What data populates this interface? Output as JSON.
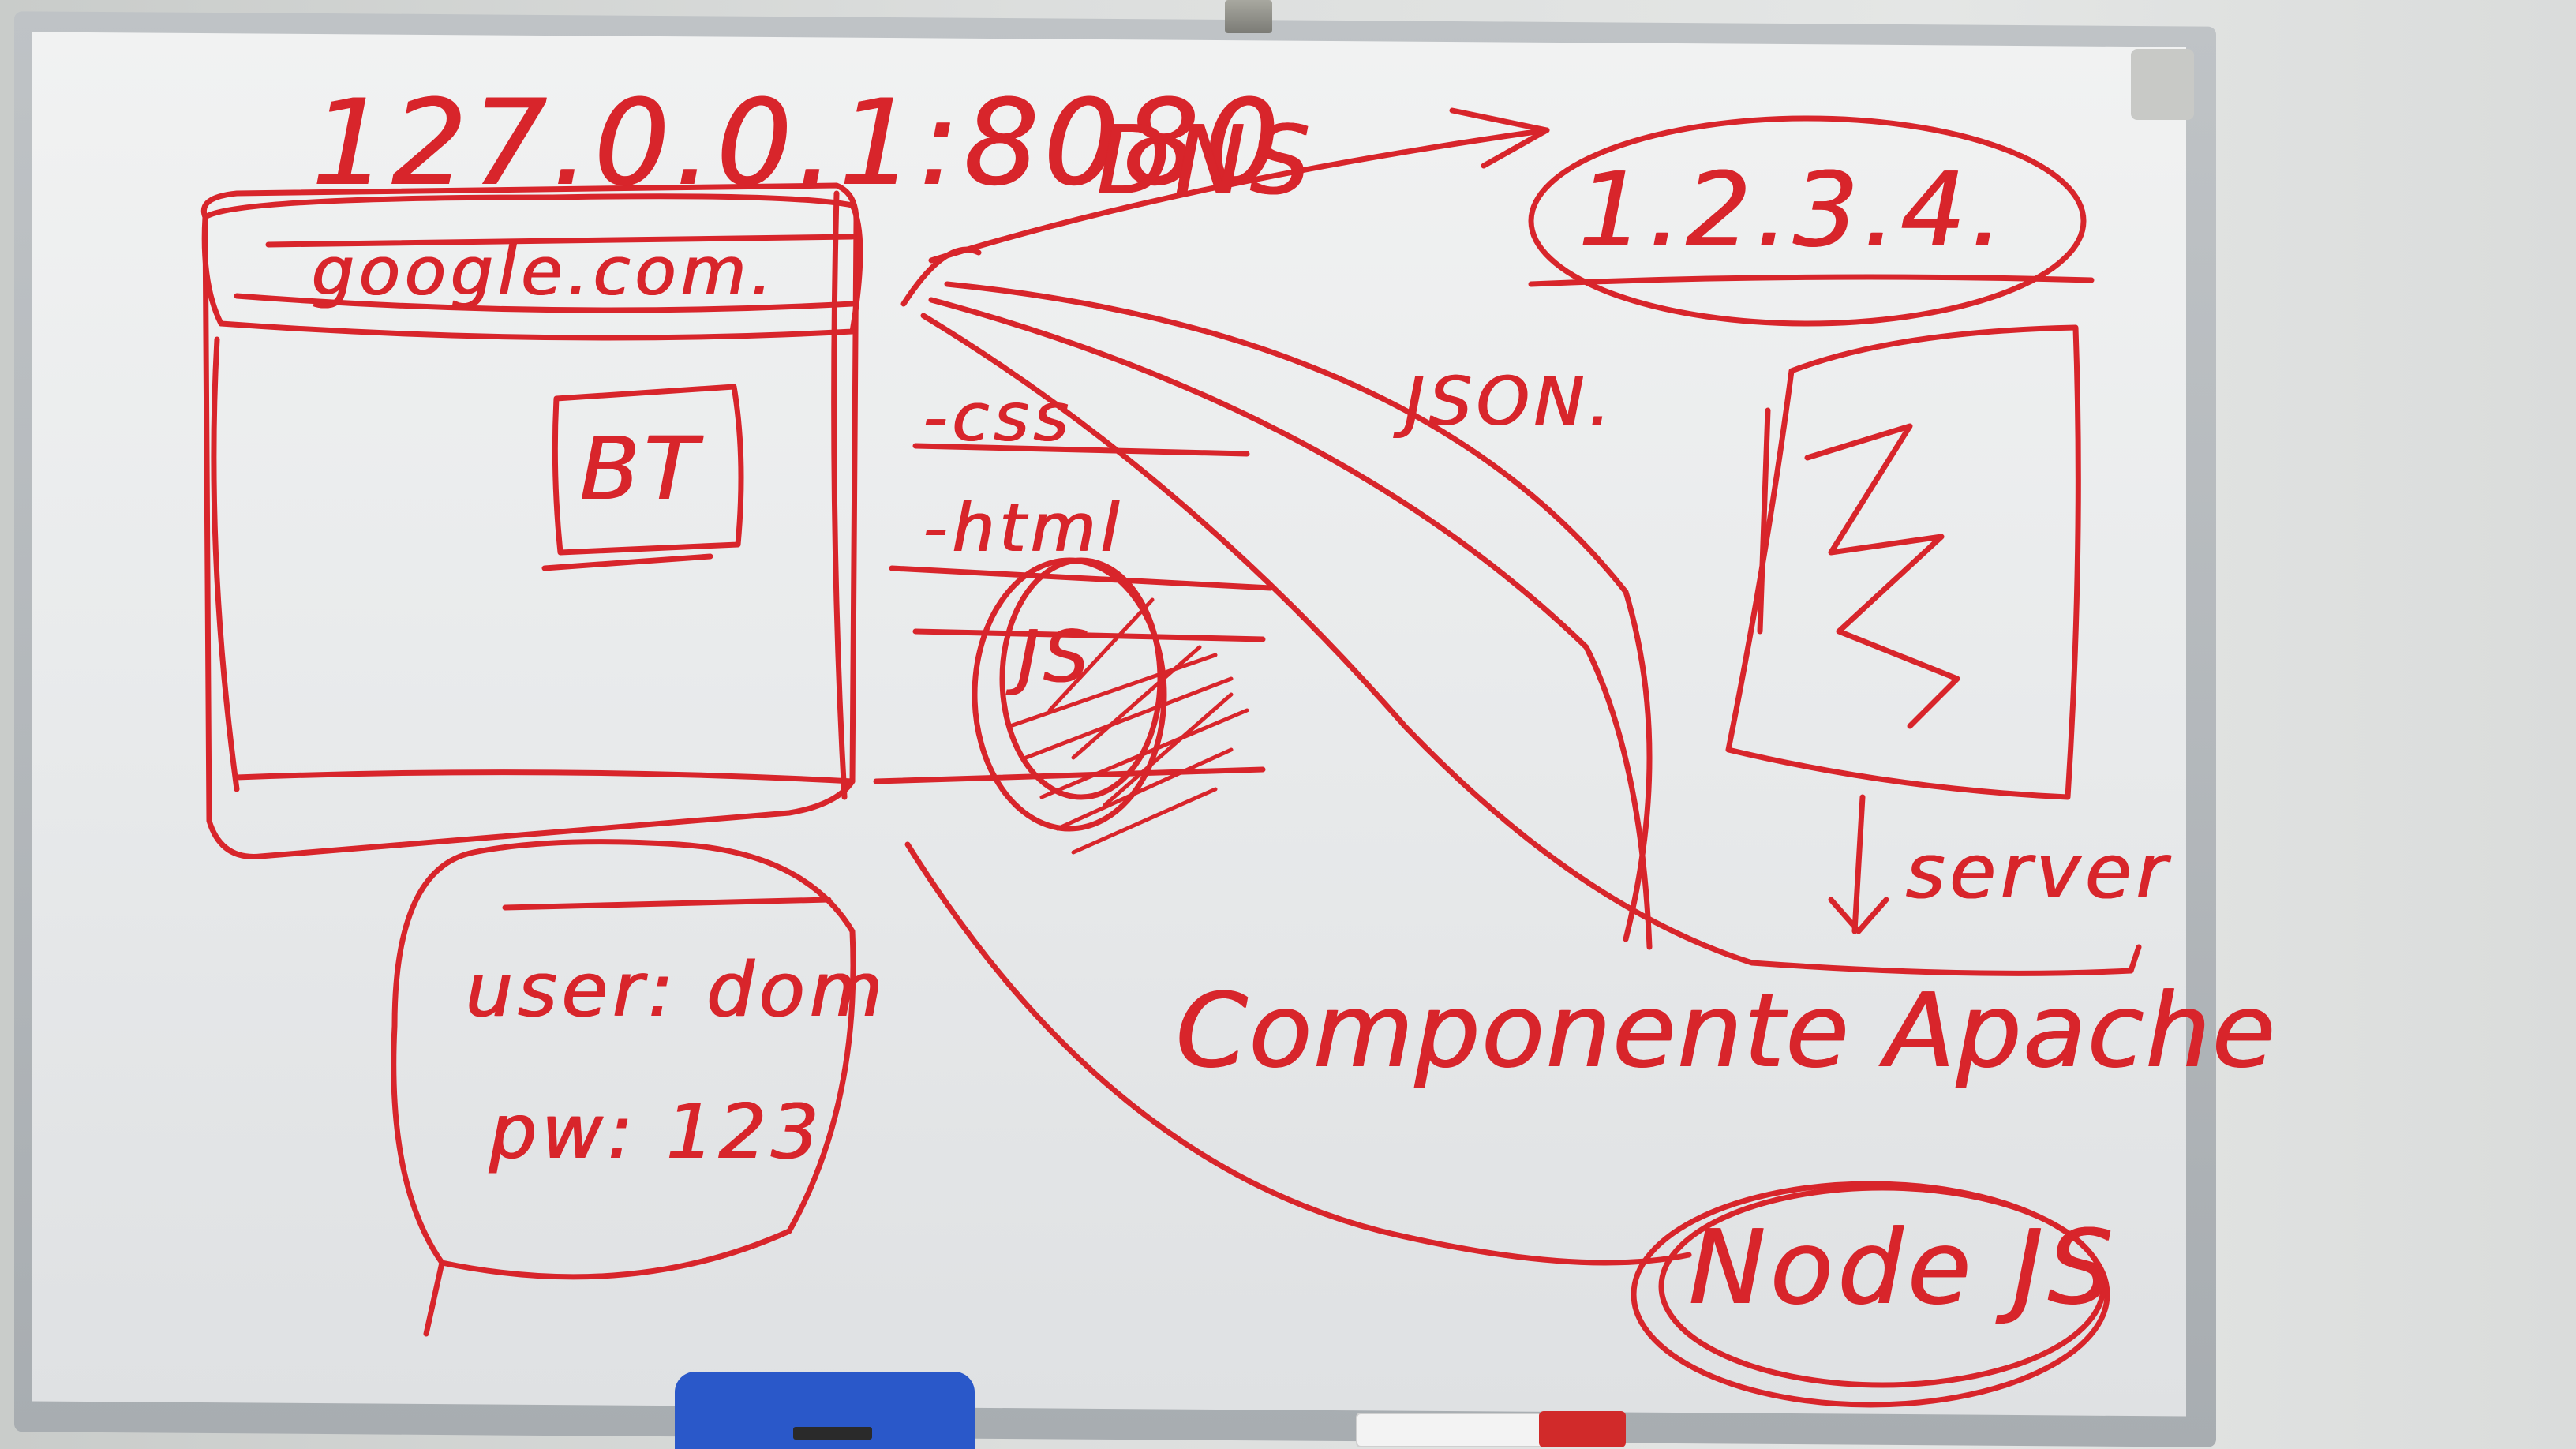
{
  "whiteboard": {
    "ink_color": "#d8252b",
    "texts": {
      "address": "127.0.0.1:8080",
      "dns": "DNS",
      "ip": "1.2.3.4.",
      "domain": "google.com.",
      "button": "BT",
      "css": "-css",
      "html": "-html",
      "js": "JS",
      "json": "JSON.",
      "server": "server",
      "components": "Componente Apache",
      "node": "Node JS",
      "user": "user: dom",
      "password": "pw: 123"
    }
  },
  "objects": {
    "eraser_color": "#2a58c9",
    "marker_cap_color": "#d12a2a"
  }
}
